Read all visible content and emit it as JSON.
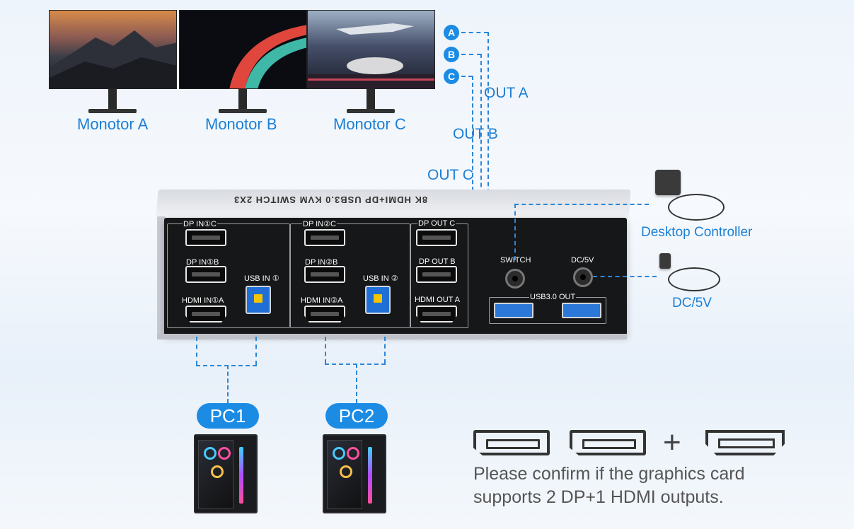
{
  "monitors": [
    {
      "label": "Monotor A"
    },
    {
      "label": "Monotor B"
    },
    {
      "label": "Monotor C"
    }
  ],
  "outputs": {
    "badges": [
      "A",
      "B",
      "C"
    ],
    "labels": [
      "OUT A",
      "OUT B",
      "OUT C"
    ]
  },
  "kvm": {
    "top_text": "8K HDMI+DP USB3.0 KVM SWITCH 2X3",
    "groups": [
      {
        "ports": [
          "DP IN①C",
          "DP IN①B",
          "HDMI IN①A"
        ],
        "usb": "USB IN ①"
      },
      {
        "ports": [
          "DP IN②C",
          "DP IN②B",
          "HDMI IN②A"
        ],
        "usb": "USB IN ②"
      },
      {
        "ports": [
          "DP OUT C",
          "DP OUT B",
          "HDMI OUT A"
        ]
      }
    ],
    "switch_label": "SWITCH",
    "power_label": "DC/5V",
    "usb_out_label": "USB3.0 OUT"
  },
  "accessories": {
    "controller_label": "Desktop Controller",
    "power_label": "DC/5V"
  },
  "pcs": [
    "PC1",
    "PC2"
  ],
  "note": {
    "line1": "Please confirm if the graphics card",
    "line2": "supports 2 DP+1 HDMI outputs."
  },
  "colors": {
    "accent": "#1c7fd4",
    "badge": "#1c8be4",
    "usb": "#2b78d8"
  }
}
